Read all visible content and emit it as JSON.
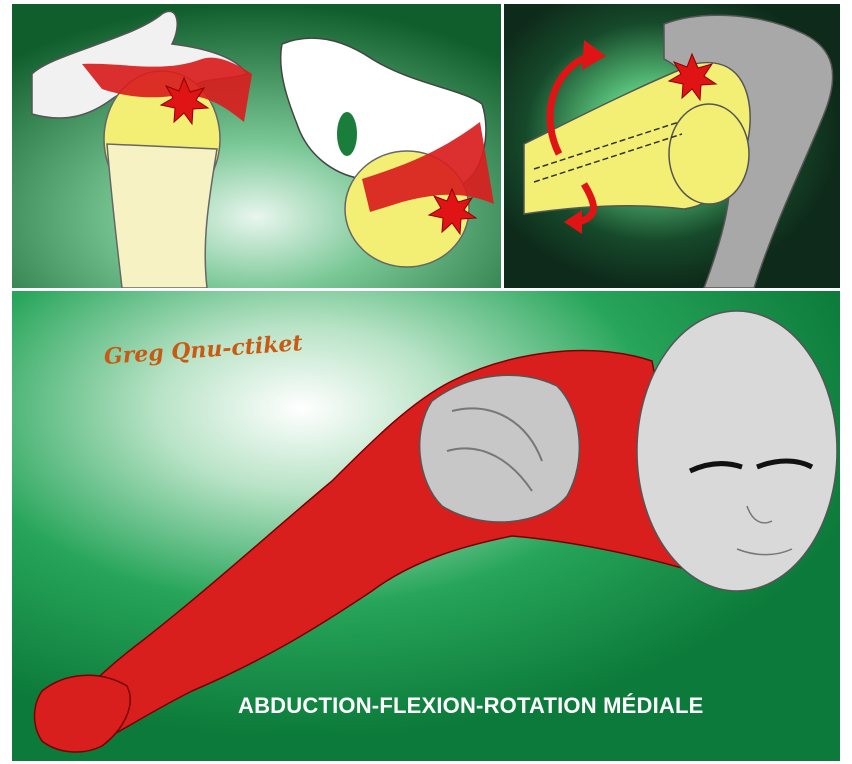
{
  "caption": "ABDUCTION-FLEXION-ROTATION MÉDIALE",
  "signature": "Greg Qnu-ctiket",
  "colors": {
    "background_green": "#17914a",
    "dark_green": "#0e2a1a",
    "muscle_red": "#d91e1e",
    "bone_yellow": "#f3ef74",
    "bone_white": "#f1f1f1",
    "impact_red": "#e01414",
    "caption_white": "#ffffff",
    "signature_orange": "#c85a12"
  },
  "panels": [
    {
      "id": "panel-a",
      "content": "shoulder-joint-illustrations"
    },
    {
      "id": "panel-b",
      "content": "humeral-rotation-illustration"
    },
    {
      "id": "panel-main",
      "content": "arm-and-head-illustration"
    }
  ]
}
